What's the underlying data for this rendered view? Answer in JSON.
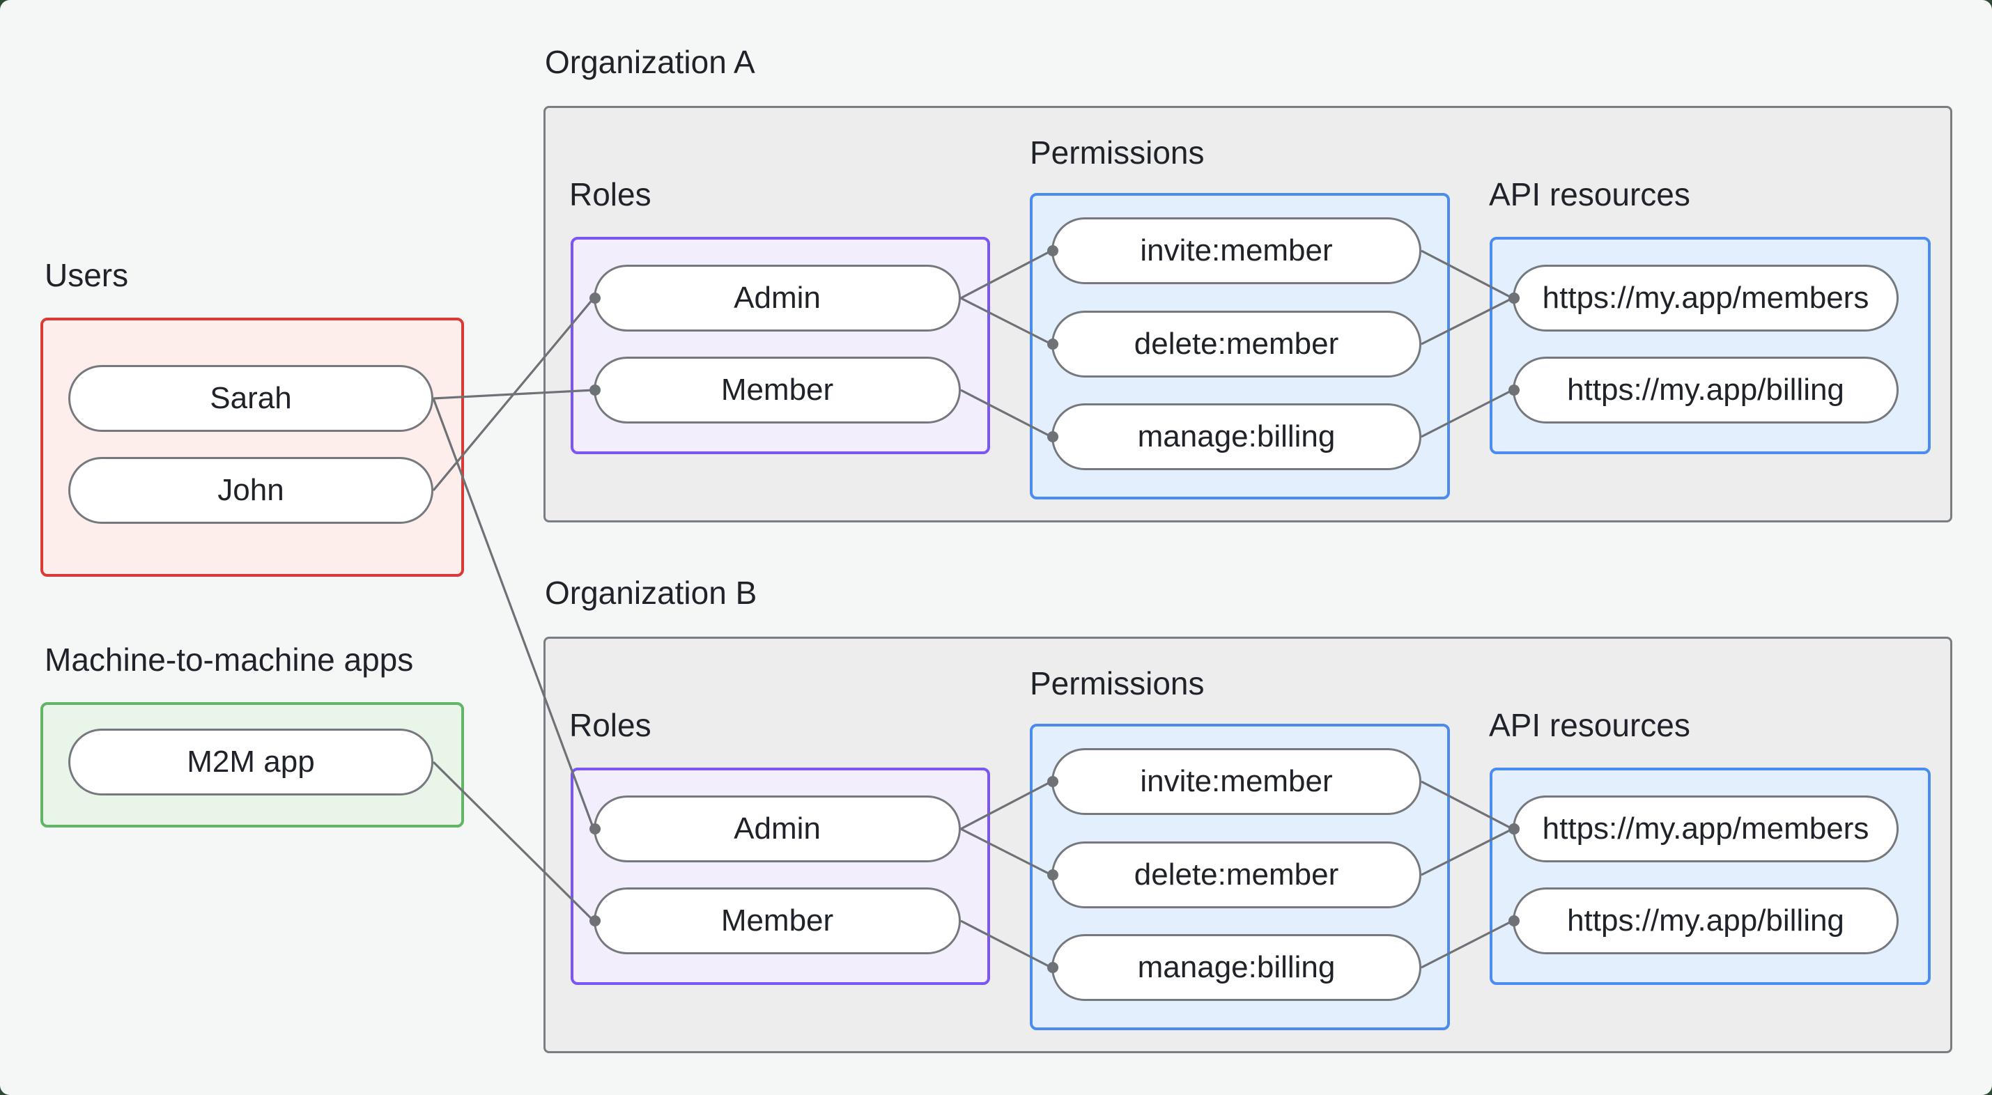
{
  "palette": {
    "canvas_bg": "#f5f6f6",
    "corner_bg": "#2f4937",
    "box_border_gray": "#7a7d81",
    "box_fill_gray": "#ededee",
    "red_border": "#d93a35",
    "red_fill": "#fdeeec",
    "green_border": "#62b567",
    "green_fill": "#eaf5e9",
    "purple_border": "#7c55f6",
    "purple_fill": "#f2eefc",
    "blue_border": "#4a8cf0",
    "blue_fill": "#e3effc",
    "pill_border": "#75787c",
    "pill_fill": "#ffffff",
    "edge_color": "#6e7175",
    "text_color": "#1f2329"
  },
  "users": {
    "label": "Users",
    "sarah": "Sarah",
    "john": "John"
  },
  "m2m": {
    "label": "Machine-to-machine apps",
    "app": "M2M app"
  },
  "org_a": {
    "label": "Organization A",
    "roles": {
      "label": "Roles",
      "admin": "Admin",
      "member": "Member"
    },
    "permissions": {
      "label": "Permissions",
      "invite": "invite:member",
      "delete": "delete:member",
      "manage": "manage:billing"
    },
    "api": {
      "label": "API resources",
      "members": "https://my.app/members",
      "billing": "https://my.app/billing"
    }
  },
  "org_b": {
    "label": "Organization B",
    "roles": {
      "label": "Roles",
      "admin": "Admin",
      "member": "Member"
    },
    "permissions": {
      "label": "Permissions",
      "invite": "invite:member",
      "delete": "delete:member",
      "manage": "manage:billing"
    },
    "api": {
      "label": "API resources",
      "members": "https://my.app/members",
      "billing": "https://my.app/billing"
    }
  },
  "edges": [
    {
      "from": "john",
      "to": "org_a_admin"
    },
    {
      "from": "sarah",
      "to": "org_a_member"
    },
    {
      "from": "org_a_admin",
      "to": "org_a_invite"
    },
    {
      "from": "org_a_admin",
      "to": "org_a_delete"
    },
    {
      "from": "org_a_member",
      "to": "org_a_manage"
    },
    {
      "from": "org_a_invite",
      "to": "org_a_api_members"
    },
    {
      "from": "org_a_delete",
      "to": "org_a_api_members"
    },
    {
      "from": "org_a_manage",
      "to": "org_a_api_billing"
    },
    {
      "from": "sarah",
      "to": "org_b_admin"
    },
    {
      "from": "m2m_app",
      "to": "org_b_member"
    },
    {
      "from": "org_b_admin",
      "to": "org_b_invite"
    },
    {
      "from": "org_b_admin",
      "to": "org_b_delete"
    },
    {
      "from": "org_b_member",
      "to": "org_b_manage"
    },
    {
      "from": "org_b_invite",
      "to": "org_b_api_members"
    },
    {
      "from": "org_b_delete",
      "to": "org_b_api_members"
    },
    {
      "from": "org_b_manage",
      "to": "org_b_api_billing"
    }
  ]
}
